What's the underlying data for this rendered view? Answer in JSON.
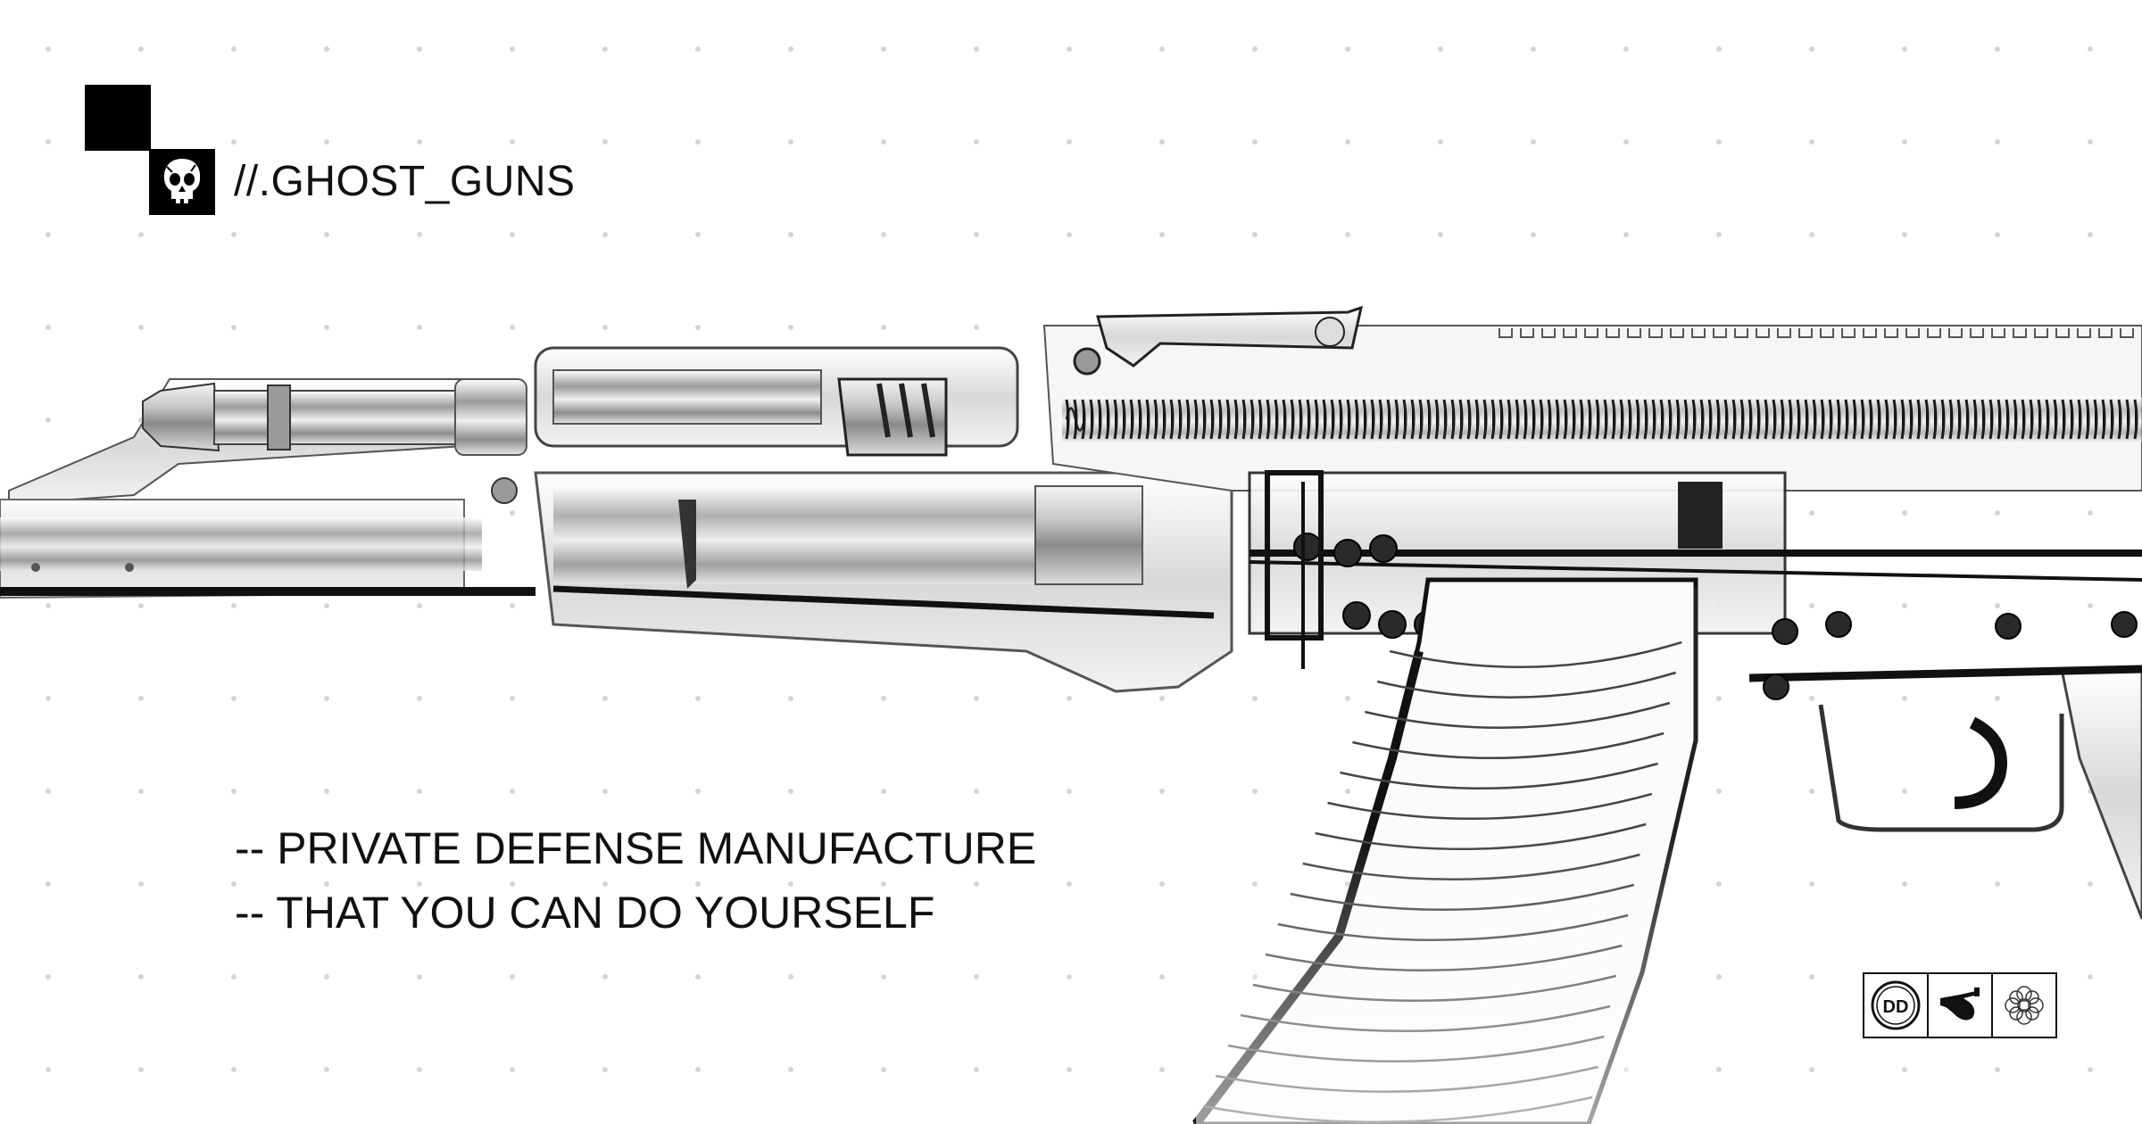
{
  "brand": {
    "name": "//.GHOST_GUNS",
    "logo_icon": "skull-icon"
  },
  "tagline": {
    "line1": "-- PRIVATE DEFENSE MANUFACTURE",
    "line2": "-- THAT YOU CAN DO YOURSELF"
  },
  "badges": {
    "dd_text": "DD",
    "icons": [
      "dd-badge-icon",
      "arm-gun-icon",
      "rose-seal-icon"
    ]
  },
  "colors": {
    "background": "#ffffff",
    "ink": "#111111",
    "grid_dot": "#d4d4d4",
    "metal": "#c9c9c9"
  }
}
